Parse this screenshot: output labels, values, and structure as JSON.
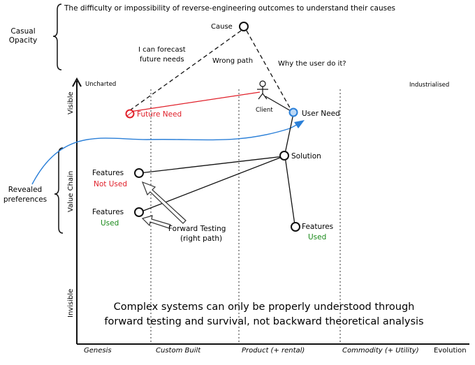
{
  "header": {
    "casual_opacity_line1": "Casual",
    "casual_opacity_line2": "Opacity",
    "definition": "The difficulty or impossibility of reverse-engineering outcomes to understand their causes"
  },
  "annotations": {
    "cause": "Cause",
    "forecast_line1": "I can forecast",
    "forecast_line2": "future needs",
    "wrong_path": "Wrong path",
    "why_user": "Why the user do it?",
    "revealed_line1": "Revealed",
    "revealed_line2": "preferences",
    "forward_testing_line1": "Forward Testing",
    "forward_testing_line2": "(right path)",
    "conclusion_line1": "Complex systems can only be properly understood through",
    "conclusion_line2": "forward testing and survival, not backward theoretical analysis"
  },
  "axes": {
    "y_visible": "Visible",
    "y_value_chain": "Value Chain",
    "y_invisible": "Invisible",
    "x_evolution": "Evolution",
    "uncharted": "Uncharted",
    "industrialised": "Industrialised",
    "stages": [
      "Genesis",
      "Custom Built",
      "Product (+ rental)",
      "Commodity (+ Utility)"
    ]
  },
  "components": {
    "client": "Client",
    "future_need": "Future Need",
    "user_need": "User Need",
    "solution": "Solution",
    "features_not_used_title": "Features",
    "features_not_used_status": "Not Used",
    "features_used_title": "Features",
    "features_used_status": "Used",
    "features_right_title": "Features",
    "features_right_status": "Used"
  },
  "colors": {
    "future_need": "#e0202a",
    "user_need": "#2a7fd8",
    "used": "#1a8a1a",
    "not_used": "#e0202a",
    "revealed_curve": "#2a7fd8"
  }
}
